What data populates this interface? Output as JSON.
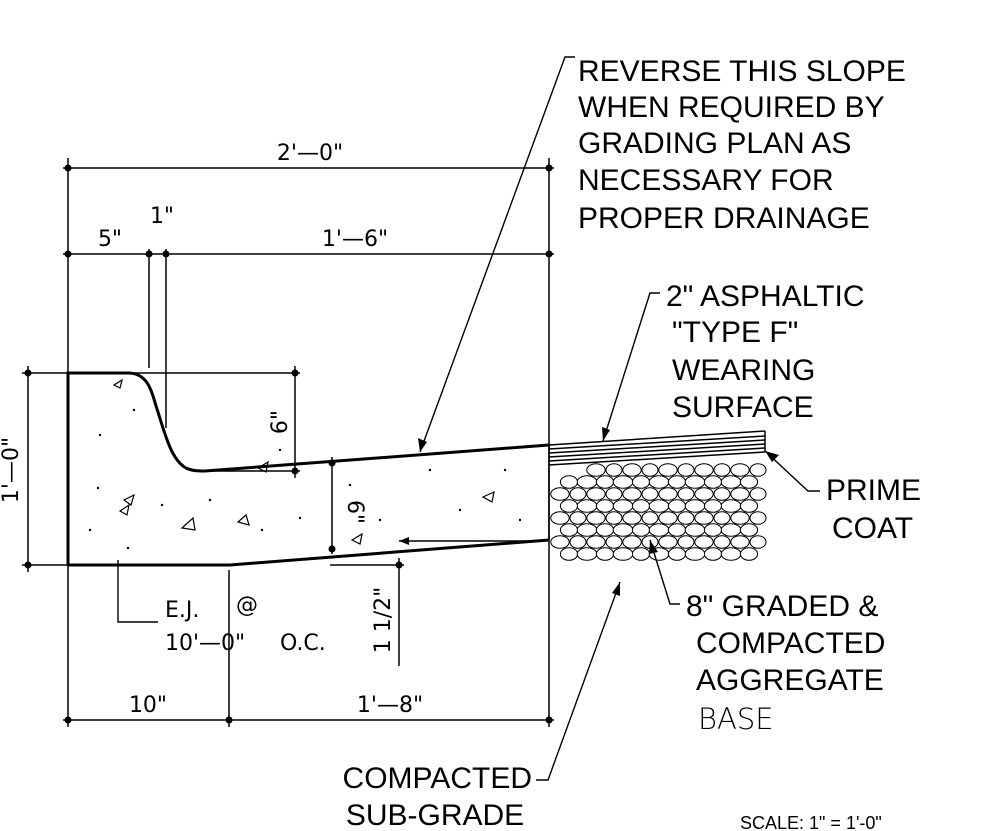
{
  "dimensions": {
    "overall_width": "2'—0\"",
    "left_offset": "5\"",
    "face_width": "1\"",
    "right_width": "1'—6\"",
    "curb_height": "1'—0\"",
    "top_drop": "6\"",
    "slab_thickness": "6\"",
    "edge_drop": "1 1/2\"",
    "bottom_left": "10\"",
    "bottom_right": "1'—8\""
  },
  "joint_note": {
    "line1": "E.J.",
    "at": "@",
    "line2": "10'—0\"",
    "oc": "O.C."
  },
  "notes": {
    "slope": [
      "REVERSE THIS SLOPE",
      "WHEN REQUIRED BY",
      "GRADING PLAN AS",
      "NECESSARY FOR",
      "PROPER DRAINAGE"
    ],
    "asphalt": [
      "2\" ASPHALTIC",
      "\"TYPE F\"",
      "WEARING",
      "SURFACE"
    ],
    "prime": [
      "PRIME",
      "COAT"
    ],
    "aggregate": [
      "8\" GRADED &",
      "COMPACTED",
      "AGGREGATE"
    ],
    "aggregate_base": "BASE",
    "subgrade": [
      "COMPACTED",
      "SUB-GRADE"
    ]
  },
  "scale": "SCALE: 1\" = 1'-0\""
}
